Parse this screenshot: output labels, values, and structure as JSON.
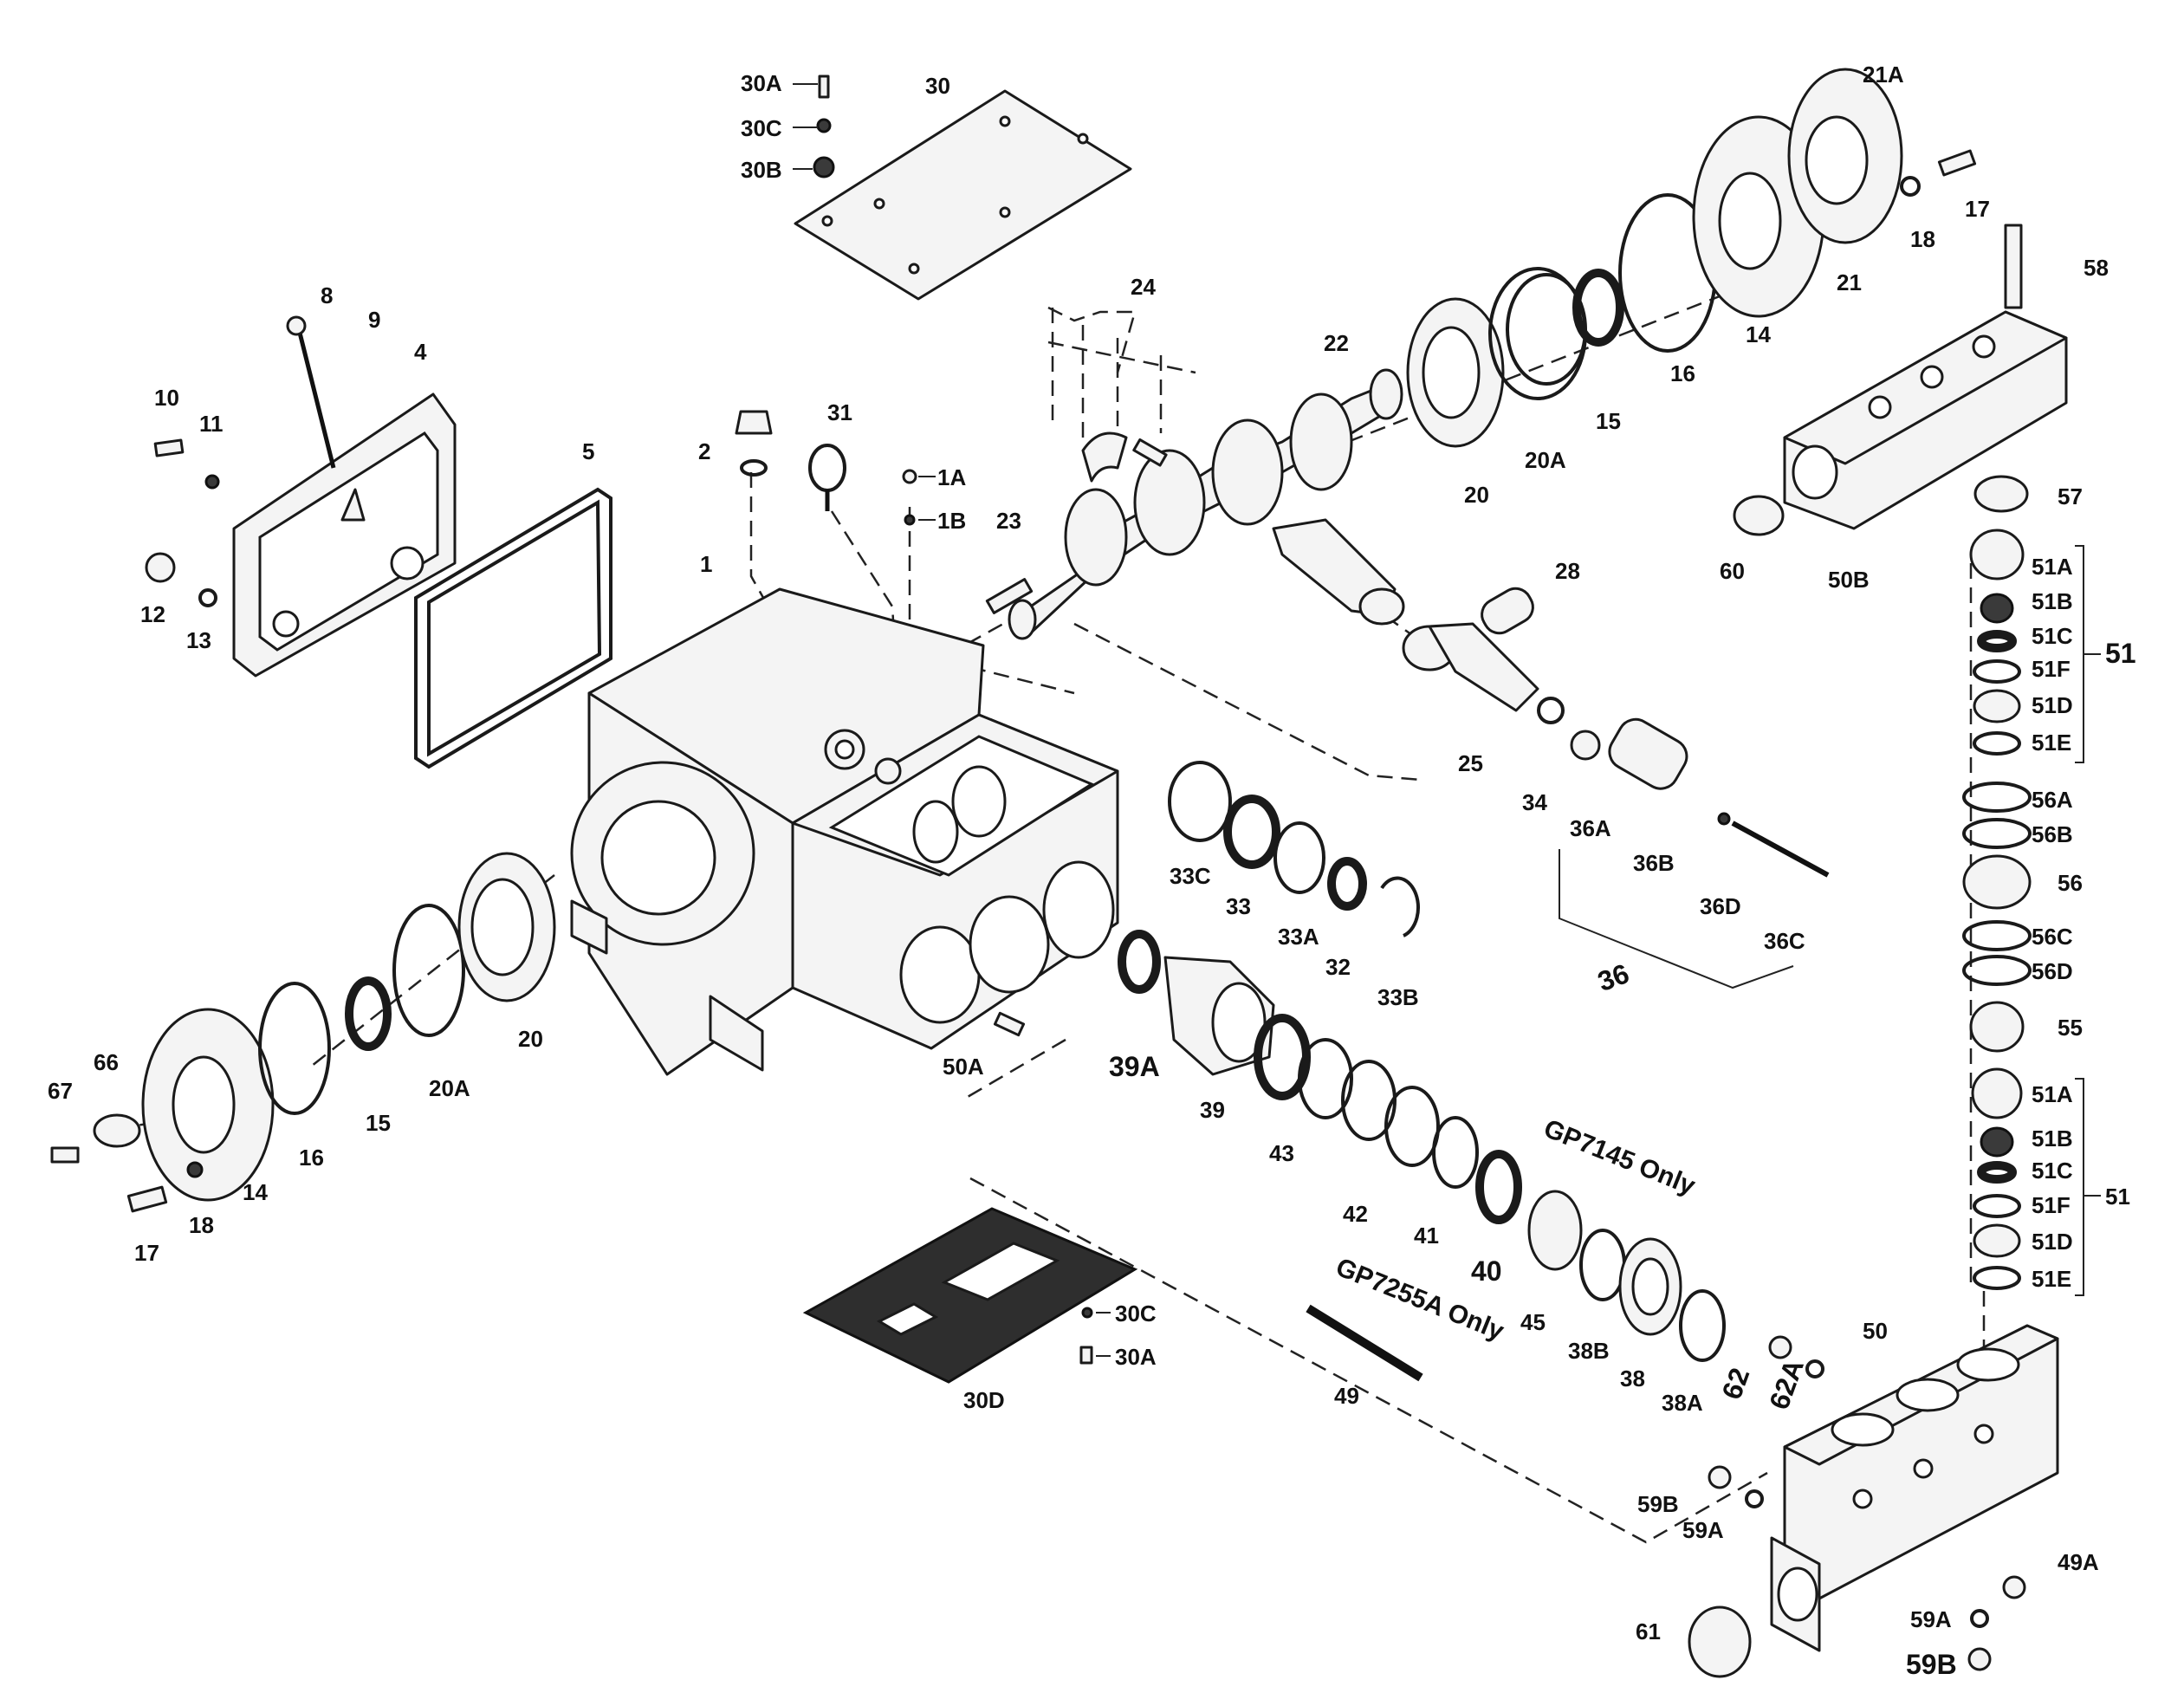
{
  "labels": {
    "p1": "1",
    "p1A": "1A",
    "p1B": "1B",
    "p2": "2",
    "p4": "4",
    "p5": "5",
    "p8": "8",
    "p9": "9",
    "p10": "10",
    "p11": "11",
    "p12": "12",
    "p13": "13",
    "p14_left": "14",
    "p14_right": "14",
    "p15_left": "15",
    "p15_right": "15",
    "p16_left": "16",
    "p16_right": "16",
    "p17_left": "17",
    "p17_right": "17",
    "p18_left": "18",
    "p18_right": "18",
    "p20_left": "20",
    "p20_right": "20",
    "p20A_left": "20A",
    "p20A_right": "20A",
    "p21": "21",
    "p21A": "21A",
    "p22": "22",
    "p23": "23",
    "p24": "24",
    "p25": "25",
    "p28": "28",
    "p30": "30",
    "p30A_top": "30A",
    "p30B": "30B",
    "p30C_top": "30C",
    "p30A_bottom": "30A",
    "p30C_bottom": "30C",
    "p30D": "30D",
    "p31": "31",
    "p32": "32",
    "p33": "33",
    "p33A": "33A",
    "p33B": "33B",
    "p33C": "33C",
    "p34": "34",
    "p36": "36",
    "p36A": "36A",
    "p36B": "36B",
    "p36C": "36C",
    "p36D": "36D",
    "p38": "38",
    "p38A": "38A",
    "p38B": "38B",
    "p39": "39",
    "p39A": "39A",
    "p40": "40",
    "p41": "41",
    "p42": "42",
    "p43": "43",
    "p45": "45",
    "p49": "49",
    "p49A": "49A",
    "p50": "50",
    "p50A": "50A",
    "p50B": "50B",
    "p51_top": "51",
    "p51_bottom": "51",
    "p51A_top": "51A",
    "p51B_top": "51B",
    "p51C_top": "51C",
    "p51F_top": "51F",
    "p51D_top": "51D",
    "p51E_top": "51E",
    "p51A_bottom": "51A",
    "p51B_bottom": "51B",
    "p51C_bottom": "51C",
    "p51F_bottom": "51F",
    "p51D_bottom": "51D",
    "p51E_bottom": "51E",
    "p55": "55",
    "p56": "56",
    "p56A": "56A",
    "p56B": "56B",
    "p56C": "56C",
    "p56D": "56D",
    "p57": "57",
    "p58": "58",
    "p59A_left": "59A",
    "p59B_left": "59B",
    "p59A_right": "59A",
    "p59B_right": "59B",
    "p60": "60",
    "p61": "61",
    "p62": "62",
    "p62A": "62A",
    "p66": "66",
    "p67": "67"
  },
  "notes": {
    "gp7145_only": "GP7145 Only",
    "gp7255a_only": "GP7255A Only"
  }
}
